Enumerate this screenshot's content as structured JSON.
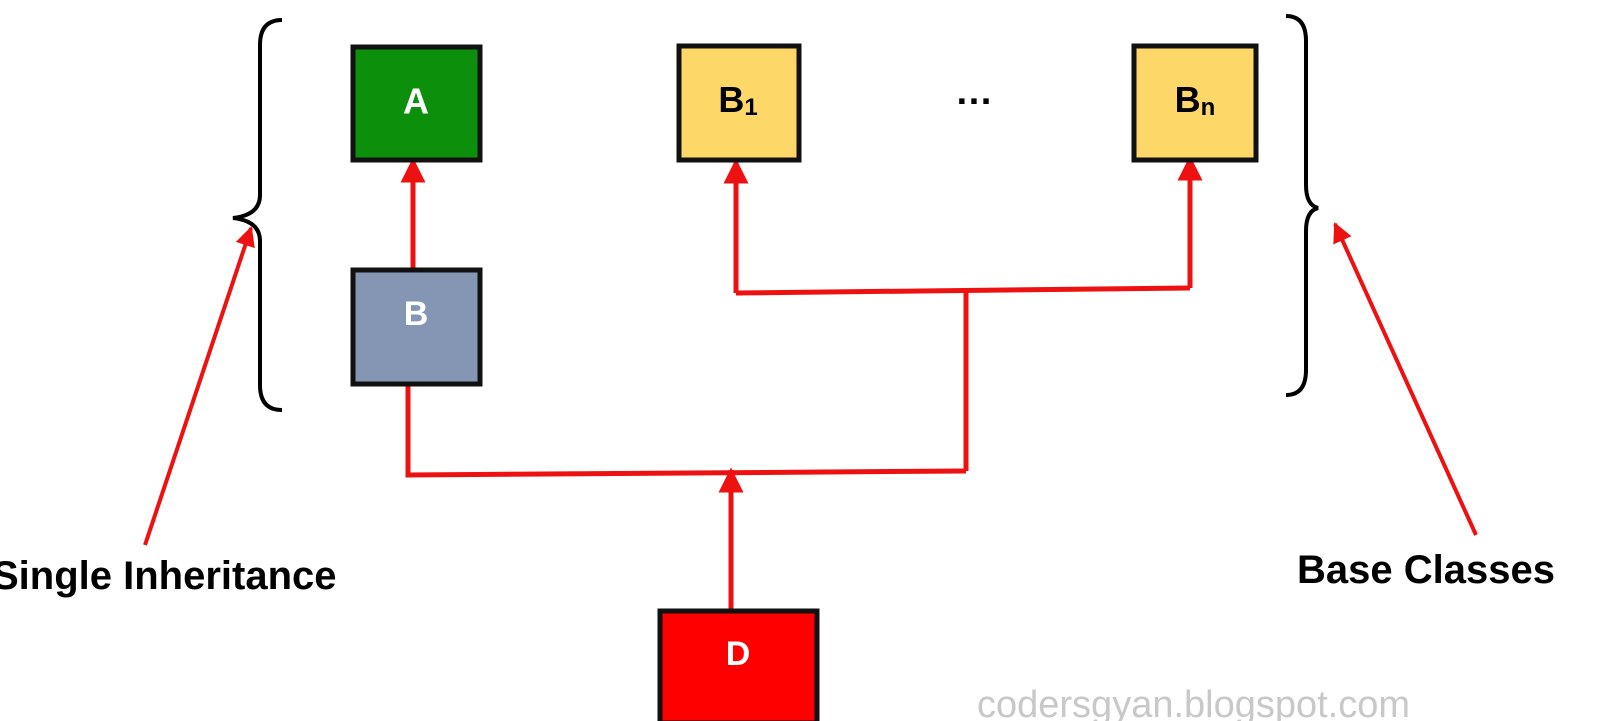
{
  "colors": {
    "arrow": "#ee1111",
    "border": "#111111",
    "box_a": "#0c900c",
    "box_b": "#8496b4",
    "box_base": "#fdd868",
    "box_d": "#fe0000",
    "label_light": "#ffffff",
    "label_dark": "#000000",
    "watermark": "#c8c8c8"
  },
  "boxes": {
    "a": {
      "label": "A"
    },
    "b": {
      "label": "B"
    },
    "b1": {
      "letter": "B",
      "subscript": "1"
    },
    "bn": {
      "letter": "B",
      "subscript": "n"
    },
    "d": {
      "label": "D"
    }
  },
  "ellipsis": "…",
  "labels": {
    "single_inheritance": "Single Inheritance",
    "base_classes": "Base Classes"
  },
  "watermark": "codersgyan.blogspot.com"
}
